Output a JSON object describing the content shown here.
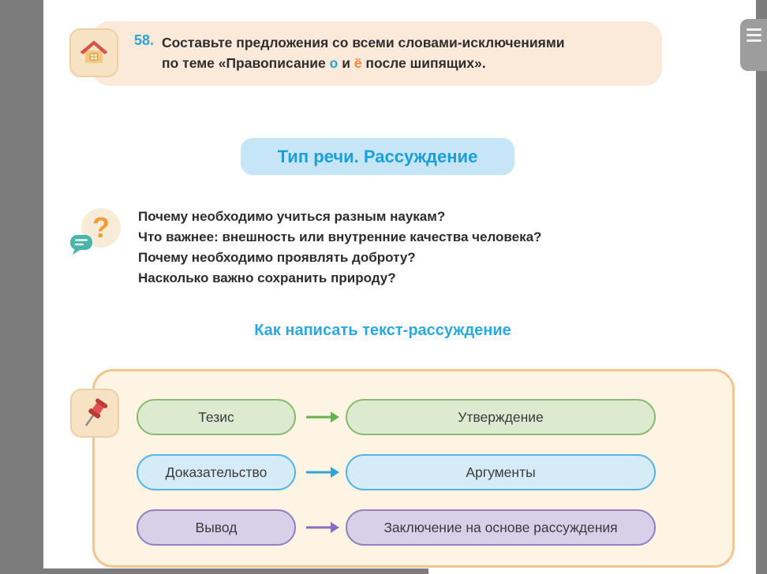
{
  "palette": {
    "page_margin_gray": "#7c7c7c",
    "exercise_box_bg": "#fbe9da",
    "accent_blue": "#29a3dc",
    "accent_orange": "#f08434",
    "banner_bg": "#c6e6f8",
    "banner_text": "#199fd9",
    "heading_blue": "#2aa9e0",
    "scheme_box_bg": "#fdf4e3",
    "scheme_box_border": "#f2c490",
    "green_fill": "#dcead0",
    "green_border": "#8cba70",
    "blue_fill": "#d6ebf8",
    "blue_border": "#54b4e6",
    "purple_fill": "#d8d0e8",
    "purple_border": "#937fc1"
  },
  "exercise": {
    "number": "58.",
    "line1": "Составьте предложения со всеми словами-исключениями",
    "line2_prefix": "по теме «Правописание ",
    "letter_o": "о",
    "line2_mid": " и ",
    "letter_yo": "ё",
    "line2_suffix": " после шипящих»."
  },
  "banner": {
    "title": "Тип речи. Рассуждение"
  },
  "questions": {
    "items": [
      "Почему необходимо учиться разным наукам?",
      "Что важнее: внешность или внутренние качества человека?",
      "Почему необходимо проявлять доброту?",
      "Насколько важно сохранить природу?"
    ]
  },
  "section": {
    "heading": "Как написать текст-рассуждение"
  },
  "diagram": {
    "rows": [
      {
        "left": "Тезис",
        "right": "Утверждение",
        "color": "green"
      },
      {
        "left": "Доказательство",
        "right": "Аргументы",
        "color": "blue"
      },
      {
        "left": "Вывод",
        "right": "Заключение на основе рассуждения",
        "color": "purple"
      }
    ]
  },
  "icons": {
    "house": "house-icon",
    "question": "question-bubble-icon",
    "pin": "pushpin-icon",
    "menu": "hamburger-menu-icon"
  }
}
